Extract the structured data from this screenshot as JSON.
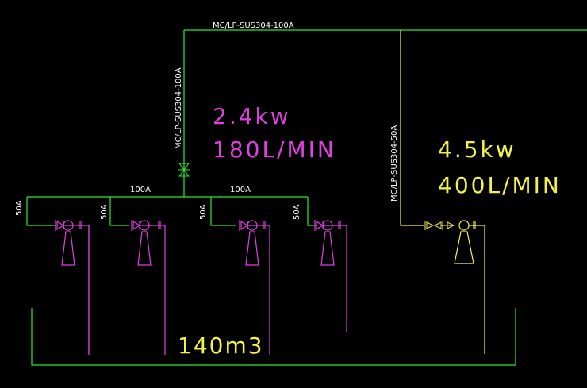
{
  "colors": {
    "background": "#000000",
    "pipe_green": "#2ee82e",
    "pipe_yellow": "#f2f24a",
    "magenta": "#e040e0",
    "white": "#ffffff"
  },
  "header_pipe_label": "MC/LP-SUS304-100A",
  "riser_left_label": "MC/LP-SUS304-100A",
  "riser_right_label": "MC/LP-SUS304-50A",
  "left_pump_spec": {
    "power": "2.4kw",
    "flow": "180L/MIN"
  },
  "right_pump_spec": {
    "power": "4.5kw",
    "flow": "400L/MIN"
  },
  "manifold_labels": {
    "left": "100A",
    "right": "100A"
  },
  "branch_labels": [
    "50A",
    "50A",
    "50A",
    "50A"
  ],
  "tank_label": "140m3",
  "icons": [
    "gate-valve-icon",
    "pump-icon",
    "check-valve-icon"
  ]
}
